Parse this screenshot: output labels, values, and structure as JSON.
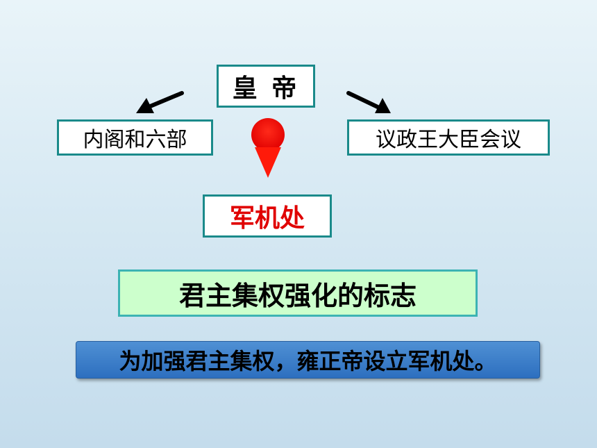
{
  "diagram": {
    "top_node": "皇 帝",
    "left_node": "内阁和六部",
    "right_node": "议政王大臣会议",
    "center_node": "军机处",
    "conclusion": "君主集权强化的标志",
    "caption": "为加强君主集权，雍正帝设立军机处。"
  },
  "colors": {
    "box_border": "#1a8a8a",
    "center_text": "#e00000",
    "red_arrow": "#ff0000",
    "conclusion_bg": "#ccffcc",
    "caption_bg": "#3a7fcc"
  },
  "icons": [
    "arrow-left-down-icon",
    "arrow-right-down-icon",
    "red-down-arrow-icon"
  ]
}
